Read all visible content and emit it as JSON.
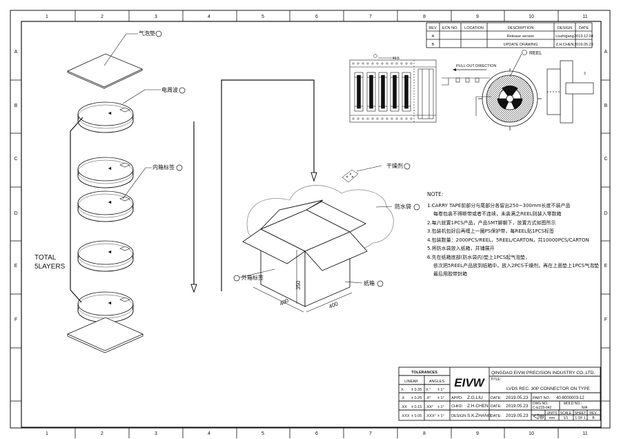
{
  "border": {
    "columns": [
      "1",
      "2",
      "3",
      "4",
      "5",
      "6",
      "7",
      "8",
      "9",
      "10",
      "11"
    ],
    "rows": [
      "A",
      "B",
      "C",
      "D",
      "E",
      "F"
    ]
  },
  "revisions": {
    "headers": [
      "REV.",
      "ECN NO.",
      "LOCATION",
      "DESCRIPTION",
      "DESIGN",
      "DATE"
    ],
    "rows": [
      {
        "rev": "A",
        "ecn": "",
        "location": "",
        "description": "Release version",
        "design": "Liuzhigang",
        "date": "2013.12.04"
      },
      {
        "rev": "B",
        "ecn": "",
        "location": "",
        "description": "UPDATE DRAWING",
        "design": "Z.H.CHEN",
        "date": "2019.05.23"
      }
    ]
  },
  "labels": {
    "bubble_pad": "气泡垫",
    "foam": "电周波",
    "inner_label": "内箱标签",
    "desiccant": "干燥剂",
    "moisture_bag": "防水袋",
    "outer_label": "外箱标签",
    "carton": "纸箱",
    "total_layers": "TOTAL",
    "total_layers_2": "5LAYERS",
    "reel": "REEL",
    "pull_out": "PULL OUT DIRECTION",
    "pitch": "41.5",
    "dim_height": "350",
    "dim_width_left": "400",
    "dim_width_right": "400"
  },
  "notes": {
    "title": "NOTE:",
    "items": [
      "1.CARRY TAPE前部分与尾部分各留出250~300mm长度不装产品",
      "每卷包装不得断带或者不连续，未装满之REEL则装入零数箱",
      "2.每六就置1PCS产品，产品SMT脚朝下，放置方式如图所示",
      "3.包装机包好后再缠上一圈PS保护带，每REEL贴1PCS标签",
      "4.包装数量：2000PCS/REEL，5REEL/CARTON，共10000PCS/CARTON",
      "5.将防水袋放入纸箱，并铺展开",
      "6.先在纸箱底部(防水袋内)垫上1PCS起气泡垫，",
      "依次把5REEL产品放到纸箱中，放入2PCS干燥剂，再在上面垫上1PCS气泡垫",
      "最后用胶带封箱"
    ]
  },
  "title_block": {
    "tolerances": "TOLERANCES",
    "linear": "LINEAR",
    "angles": "ANGLES",
    "tol_rows": [
      {
        "lin_k": "X.",
        "lin_v": "± 0.35",
        "ang_k": "X.°",
        "ang_v": "± 1°"
      },
      {
        "lin_k": ".X",
        "lin_v": "± 0.25",
        "ang_k": ".X°",
        "ang_v": "± 1°"
      },
      {
        "lin_k": ".XX",
        "lin_v": "± 0.15",
        "ang_k": ".XX°",
        "ang_v": "± 1°"
      },
      {
        "lin_k": ".XXX",
        "lin_v": "± 0.05",
        "ang_k": ".XXX°",
        "ang_v": "± 1°"
      }
    ],
    "logo": "EIVW",
    "company": "QINGDAO EIVW PRECISION INDUSTRY CO.,LTD.",
    "title_label": "TITLE:",
    "title": "LVDS REC. 30P CONNECTOR ON TYPE",
    "appd_label": "APPD:",
    "appd": "Z.G.LIU",
    "chkd_label": "CHKD:",
    "chkd": "Z.H.CHEN",
    "design_label": "DESIGN:",
    "design": "S.K.ZHANG",
    "date_label": "DATE:",
    "date1": "2019.05.23",
    "date2": "2019.05.23",
    "date3": "2019.05.23",
    "part_no_label": "PART NO.:",
    "part_no": "40-8000003-12",
    "dwg_no_label": "DWG NO.:",
    "dwg_no": "C-EZ25-042",
    "mold_no_label": "MOLD NO.:",
    "mold_no": "N/A",
    "units_label": "UNITS",
    "units": "mm",
    "scale_label": "SCALE",
    "scale": "1/1",
    "sheet_label": "SHEET",
    "sheet": "1 OF 1",
    "rev_label": "REV.",
    "rev": "B"
  },
  "colors": {
    "line": "#111111",
    "light": "#bbbbbb",
    "mid": "#777777"
  }
}
